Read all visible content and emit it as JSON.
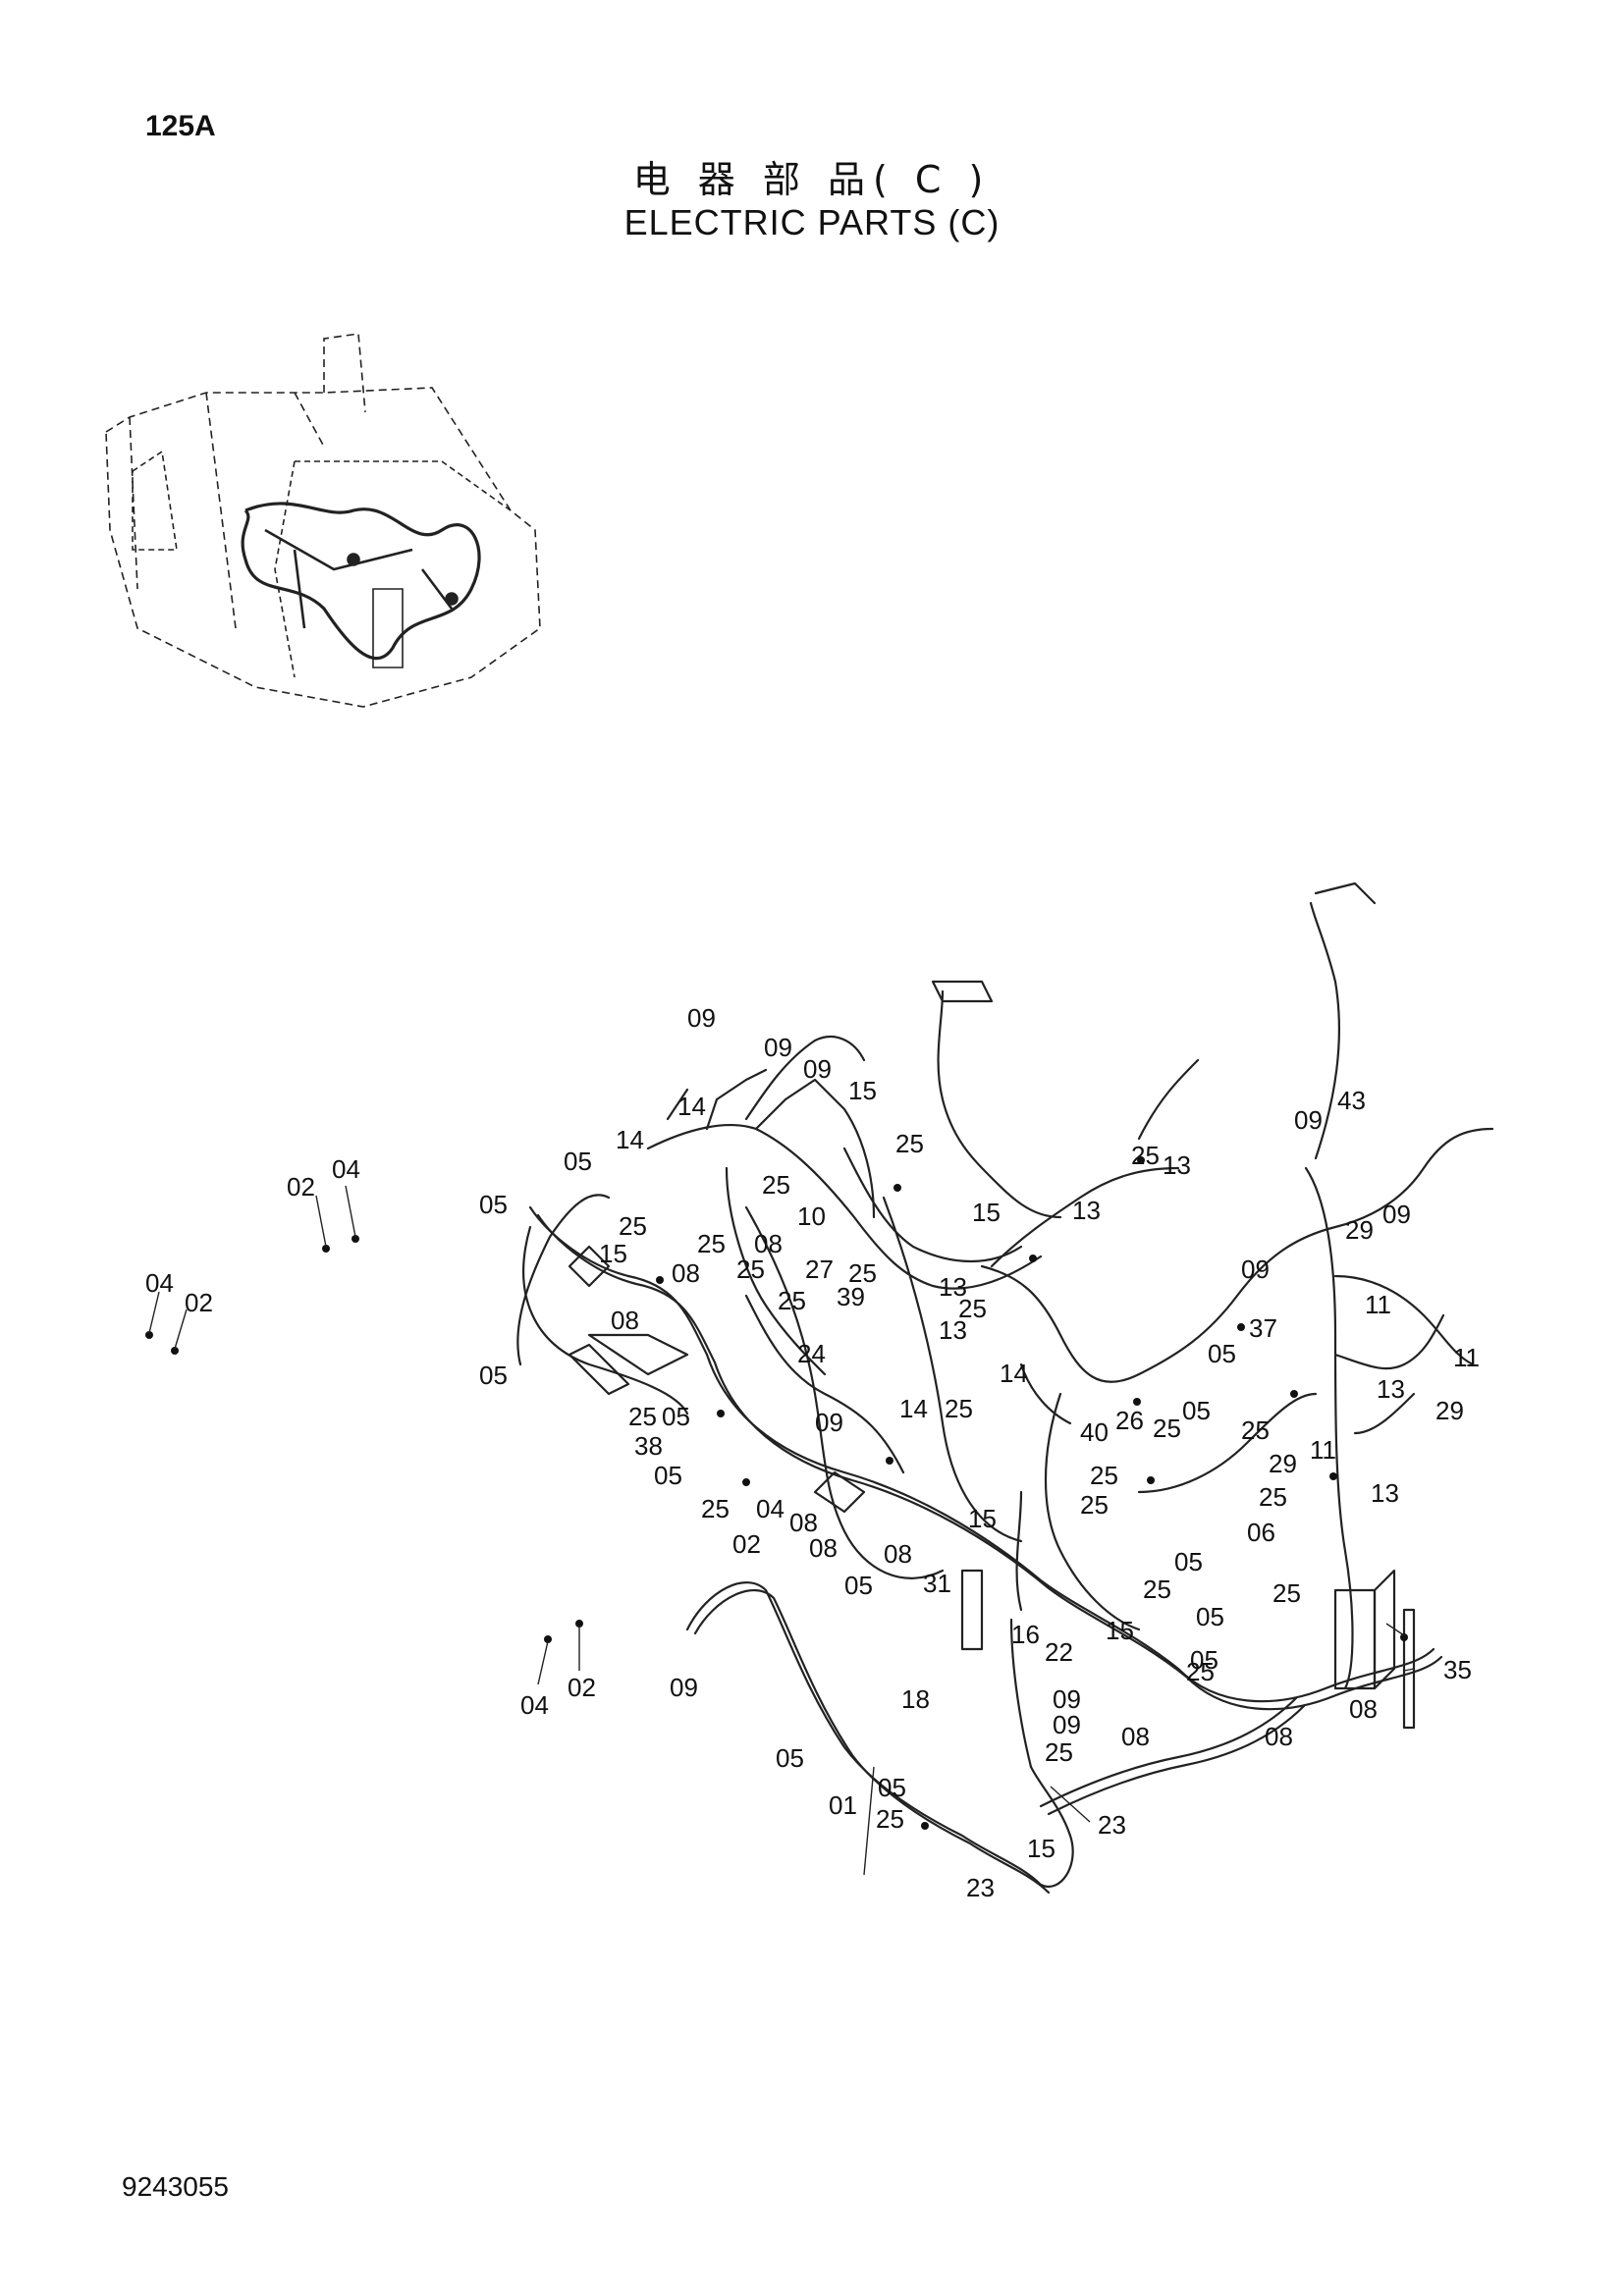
{
  "header": {
    "page_number": "125A",
    "title_cn": "电 器 部 品( C )",
    "title_en": "ELECTRIC PARTS (C)"
  },
  "footer": {
    "document_number": "9243055"
  },
  "callouts": [
    "09",
    "09",
    "09",
    "15",
    "14",
    "14",
    "05",
    "25",
    "05",
    "25",
    "25",
    "15",
    "08",
    "25",
    "08",
    "25",
    "13",
    "13",
    "10",
    "15",
    "25",
    "13",
    "02",
    "04",
    "04",
    "02",
    "05",
    "08",
    "27",
    "25",
    "39",
    "25",
    "13",
    "25",
    "14",
    "24",
    "25",
    "05",
    "09",
    "14",
    "25",
    "38",
    "05",
    "25",
    "04",
    "08",
    "02",
    "08",
    "08",
    "05",
    "09",
    "43",
    "09",
    "29",
    "09",
    "11",
    "37",
    "05",
    "11",
    "13",
    "05",
    "25",
    "29",
    "40",
    "26",
    "25",
    "29",
    "11",
    "25",
    "25",
    "13",
    "15",
    "25",
    "06",
    "05",
    "25",
    "31",
    "05",
    "15",
    "16",
    "22",
    "25",
    "05",
    "25",
    "09",
    "18",
    "09",
    "25",
    "08",
    "08",
    "08",
    "35",
    "04",
    "02",
    "09",
    "05",
    "01",
    "05",
    "25",
    "23",
    "15",
    "23"
  ]
}
